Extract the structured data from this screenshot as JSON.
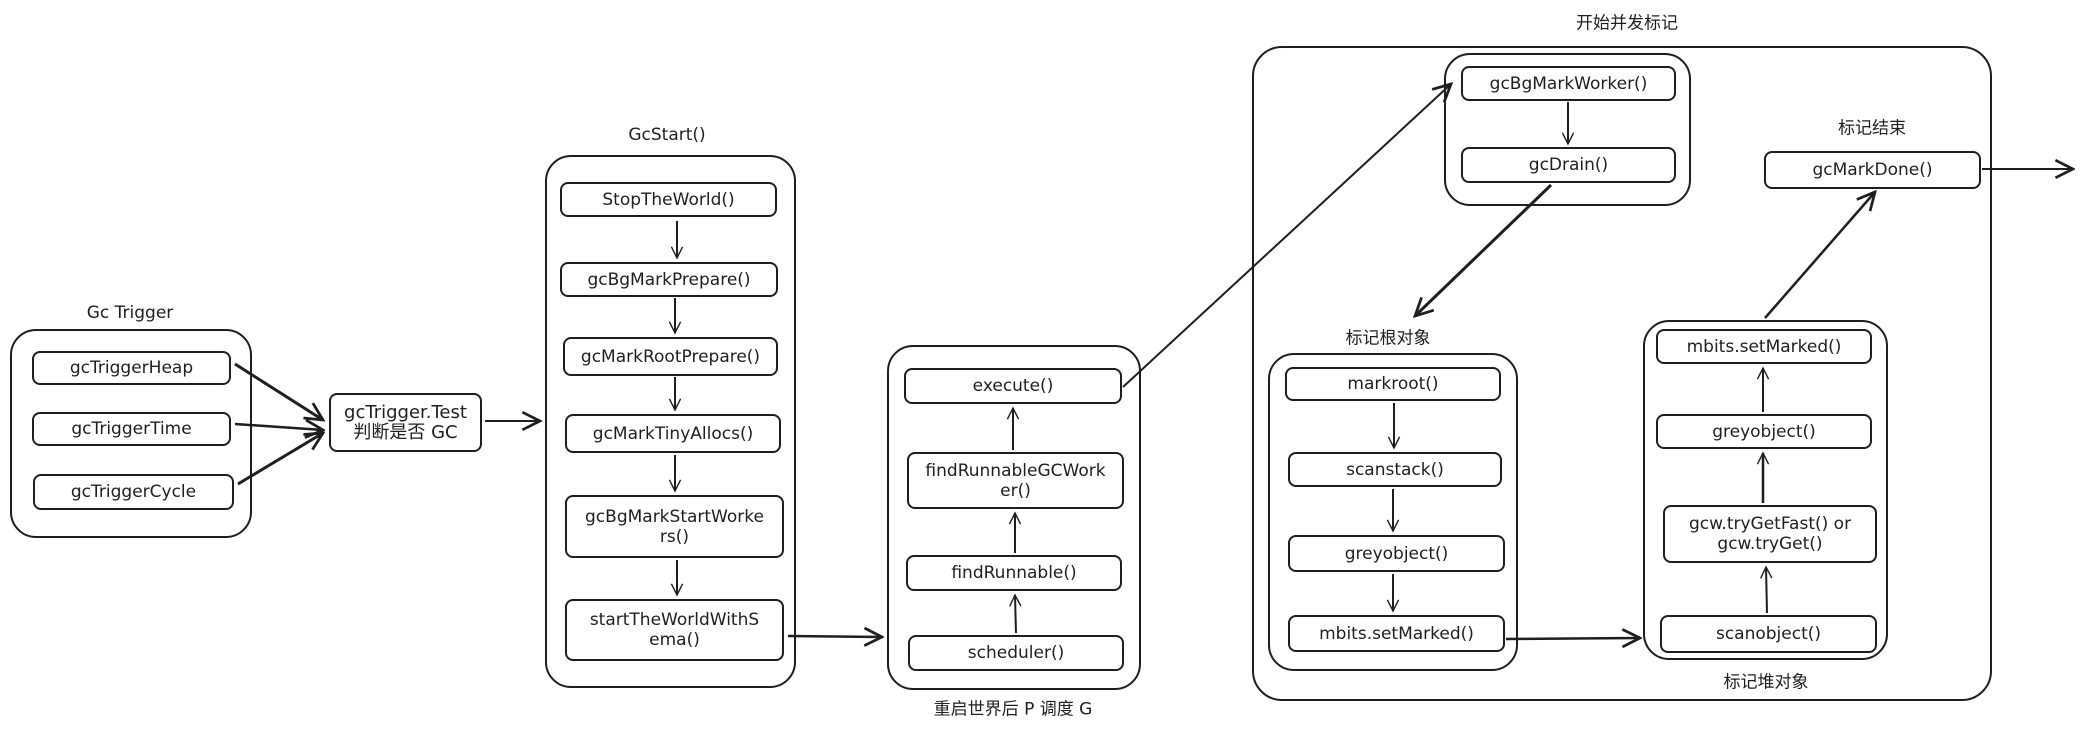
{
  "diagram": {
    "groups": {
      "gc_trigger": {
        "title": "Gc Trigger"
      },
      "gc_start": {
        "title": "GcStart()"
      },
      "scheduler": {
        "title": "重启世界后 P 调度 G"
      },
      "concurrent_mark": {
        "title": "开始并发标记"
      },
      "mark_roots": {
        "title": "标记根对象"
      },
      "mark_heap": {
        "title": "标记堆对象"
      },
      "mark_done": {
        "title": "标记结束"
      }
    },
    "nodes": {
      "gcTriggerHeap": "gcTriggerHeap",
      "gcTriggerTime": "gcTriggerTime",
      "gcTriggerCycle": "gcTriggerCycle",
      "gcTriggerTest": "gcTrigger.Test\n判断是否 GC",
      "stopTheWorld": "StopTheWorld()",
      "gcBgMarkPrepare": "gcBgMarkPrepare()",
      "gcMarkRootPrepare": "gcMarkRootPrepare()",
      "gcMarkTinyAllocs": "gcMarkTinyAllocs()",
      "gcBgMarkStartWorkers": "gcBgMarkStartWorke\nrs()",
      "startTheWorldWithSema": "startTheWorldWithS\nema()",
      "execute": "execute()",
      "findRunnableGCWorker": "findRunnableGCWork\ner()",
      "findRunnable": "findRunnable()",
      "scheduler": "scheduler()",
      "gcBgMarkWorker": "gcBgMarkWorker()",
      "gcDrain": "gcDrain()",
      "markroot": "markroot()",
      "scanstack": "scanstack()",
      "greyobjectRoot": "greyobject()",
      "setMarkedRoot": "mbits.setMarked()",
      "setMarkedHeap": "mbits.setMarked()",
      "greyobjectHeap": "greyobject()",
      "tryGet": "gcw.tryGetFast() or\ngcw.tryGet()",
      "scanobject": "scanobject()",
      "gcMarkDone": "gcMarkDone()"
    },
    "edges": [
      {
        "from": "gcTriggerHeap",
        "to": "gcTriggerTest"
      },
      {
        "from": "gcTriggerTime",
        "to": "gcTriggerTest"
      },
      {
        "from": "gcTriggerCycle",
        "to": "gcTriggerTest"
      },
      {
        "from": "gcTriggerTest",
        "to": "gc_start"
      },
      {
        "from": "stopTheWorld",
        "to": "gcBgMarkPrepare"
      },
      {
        "from": "gcBgMarkPrepare",
        "to": "gcMarkRootPrepare"
      },
      {
        "from": "gcMarkRootPrepare",
        "to": "gcMarkTinyAllocs"
      },
      {
        "from": "gcMarkTinyAllocs",
        "to": "gcBgMarkStartWorkers"
      },
      {
        "from": "gcBgMarkStartWorkers",
        "to": "startTheWorldWithSema"
      },
      {
        "from": "startTheWorldWithSema",
        "to": "scheduler"
      },
      {
        "from": "scheduler",
        "to": "findRunnable"
      },
      {
        "from": "findRunnable",
        "to": "findRunnableGCWorker"
      },
      {
        "from": "findRunnableGCWorker",
        "to": "execute"
      },
      {
        "from": "execute",
        "to": "gcBgMarkWorker"
      },
      {
        "from": "gcBgMarkWorker",
        "to": "gcDrain"
      },
      {
        "from": "gcDrain",
        "to": "mark_roots"
      },
      {
        "from": "markroot",
        "to": "scanstack"
      },
      {
        "from": "scanstack",
        "to": "greyobjectRoot"
      },
      {
        "from": "greyobjectRoot",
        "to": "setMarkedRoot"
      },
      {
        "from": "setMarkedRoot",
        "to": "mark_heap"
      },
      {
        "from": "scanobject",
        "to": "tryGet"
      },
      {
        "from": "tryGet",
        "to": "greyobjectHeap"
      },
      {
        "from": "greyobjectHeap",
        "to": "setMarkedHeap"
      },
      {
        "from": "mark_heap",
        "to": "gcMarkDone"
      },
      {
        "from": "gcMarkDone",
        "to": "exit"
      }
    ]
  }
}
